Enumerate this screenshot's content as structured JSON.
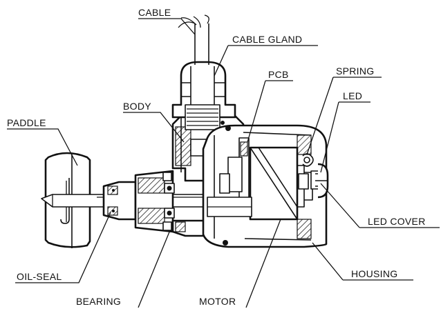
{
  "labels": {
    "cable": "CABLE",
    "cable_gland": "CABLE GLAND",
    "pcb": "PCB",
    "spring": "SPRING",
    "body": "BODY",
    "led": "LED",
    "paddle": "PADDLE",
    "led_cover": "LED COVER",
    "oil_seal": "OIL-SEAL",
    "housing": "HOUSING",
    "bearing": "BEARING",
    "motor": "MOTOR"
  }
}
